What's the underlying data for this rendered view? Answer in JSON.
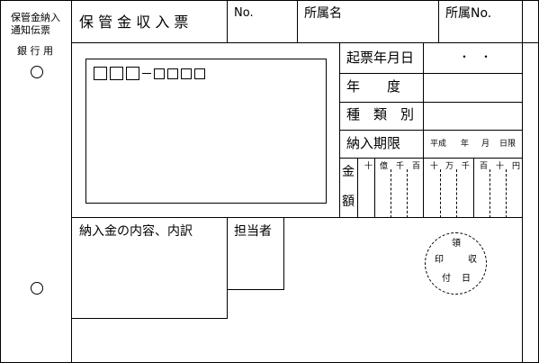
{
  "left_strip": {
    "title_line1": "保管金納入",
    "title_line2": "通知伝票",
    "bank_use": "銀 行 用"
  },
  "header": {
    "title": "保 管 金 収 入 票",
    "no_label": "No.",
    "affiliation_name_label": "所属名",
    "affiliation_no_label": "所属No."
  },
  "right_grid": {
    "issue_date_label": "起票年月日",
    "date_separators": "・　・",
    "fiscal_year_label": "年　　度",
    "type_label": "種　類　別",
    "payment_deadline_label": "納入期限",
    "deadline_era": "平成",
    "deadline_year": "年",
    "deadline_month": "月",
    "deadline_day": "日限",
    "amount_label_1": "金",
    "amount_label_2": "額",
    "digits": [
      "十",
      "億",
      "千",
      "百",
      "十",
      "万",
      "千",
      "百",
      "十",
      "円"
    ]
  },
  "address_box": {
    "postal_dash": "–"
  },
  "bottom": {
    "contents_label": "納入金の内容、内訳",
    "person_in_charge_label": "担当者",
    "receipt_stamp": {
      "char_top": "領",
      "char_left": "印",
      "char_right": "収",
      "char_bottom_left": "付",
      "char_bottom_right": "日"
    }
  }
}
